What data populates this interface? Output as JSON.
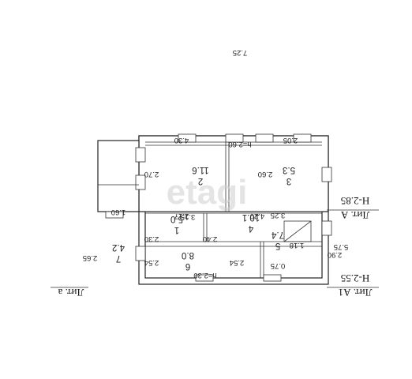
{
  "watermark": "etagi",
  "overall": {
    "width": "7.25",
    "depth": "5.75"
  },
  "rooms": [
    {
      "number": "2",
      "area": "11.6",
      "width": "4.30",
      "depth": "2.70",
      "height": "h=2.60"
    },
    {
      "number": "3",
      "area": "5.3",
      "width": "2.05",
      "depth": "2.60"
    },
    {
      "number": "1",
      "area": "5.0",
      "width": "2.17",
      "depth": "2.30"
    },
    {
      "number": "4",
      "area": "10.1",
      "width": "4.20",
      "depth": "2.40"
    },
    {
      "number": "6",
      "area": "8.0",
      "width": "3.15",
      "depth": "2.54",
      "height": "h=2.30"
    },
    {
      "number": "5",
      "area": "7.4",
      "width": "3.25",
      "depth": "2.54"
    },
    {
      "number": "7",
      "area": "4.2",
      "width": "1.60",
      "depth": "2.65"
    }
  ],
  "stair_box": {
    "width": "1.18",
    "depth": "0.75"
  },
  "extra_dim": "2.90",
  "liters": [
    {
      "label": "Лит. А",
      "height": "Н-2.85"
    },
    {
      "label": "Лит. А1",
      "height": "Н-2.55"
    },
    {
      "label": "Лит. а"
    }
  ]
}
